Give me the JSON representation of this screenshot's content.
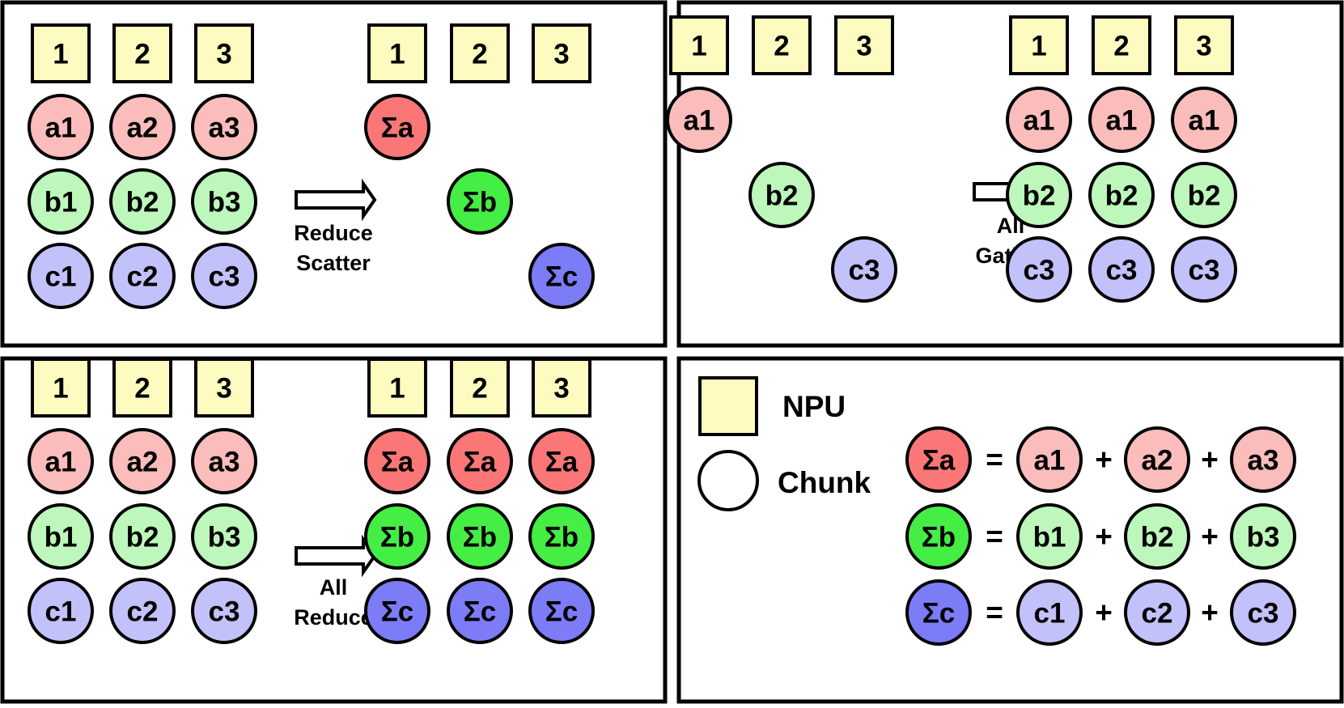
{
  "colors": {
    "npu": "#fdfbc0",
    "a_light": "#fbbcbc",
    "b_light": "#bdf7bb",
    "c_light": "#c2c1fa",
    "sum_a": "#fb7777",
    "sum_b": "#44ee44",
    "sum_c": "#7c7cf7",
    "stroke": "#000000"
  },
  "npus": [
    "1",
    "2",
    "3"
  ],
  "chunks": {
    "a": [
      "a1",
      "a2",
      "a3"
    ],
    "b": [
      "b1",
      "b2",
      "b3"
    ],
    "c": [
      "c1",
      "c2",
      "c3"
    ]
  },
  "sums": {
    "a": "Σa",
    "b": "Σb",
    "c": "Σc"
  },
  "panels": {
    "reduce_scatter": {
      "line1": "Reduce",
      "line2": "Scatter"
    },
    "all_gather": {
      "line1": "All",
      "line2": "Gather",
      "gathered": [
        "a1",
        "b2",
        "c3"
      ]
    },
    "all_reduce": {
      "line1": "All",
      "line2": "Reduce"
    }
  },
  "legend": {
    "npu_label": "NPU",
    "chunk_label": "Chunk",
    "equals": "=",
    "plus": "+"
  }
}
